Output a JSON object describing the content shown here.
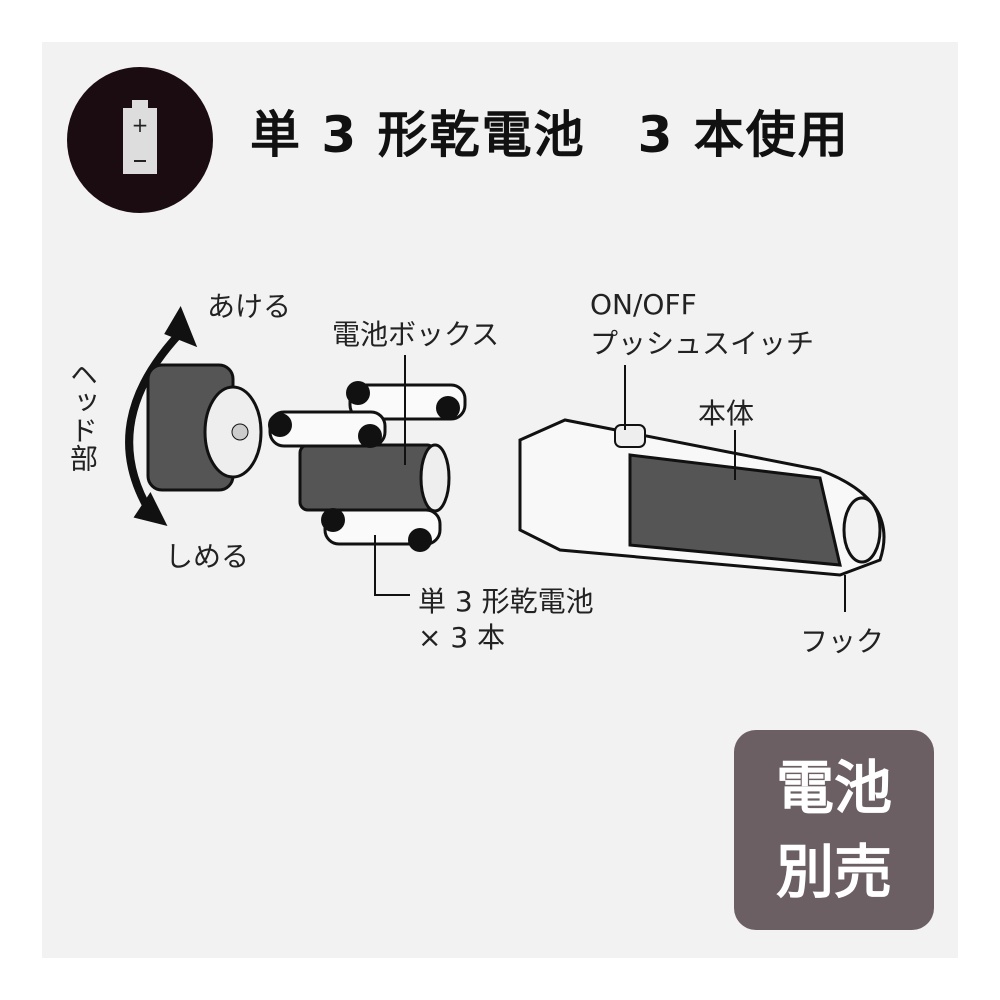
{
  "title": "単 3 形乾電池　3 本使用",
  "icon": "battery-icon",
  "labels": {
    "open": "あける",
    "close": "しめる",
    "head": "ヘッド部",
    "battery_box": "電池ボックス",
    "switch_line1": "ON/OFF",
    "switch_line2": "プッシュスイッチ",
    "body": "本体",
    "batteries_line1": "単 3 形乾電池",
    "batteries_line2": "× 3 本",
    "hook": "フック"
  },
  "badge": {
    "line1": "電池",
    "line2": "別売"
  },
  "colors": {
    "background": "#f2f2f2",
    "badge": "#6b5f63",
    "icon_circle": "#1a0c10"
  }
}
